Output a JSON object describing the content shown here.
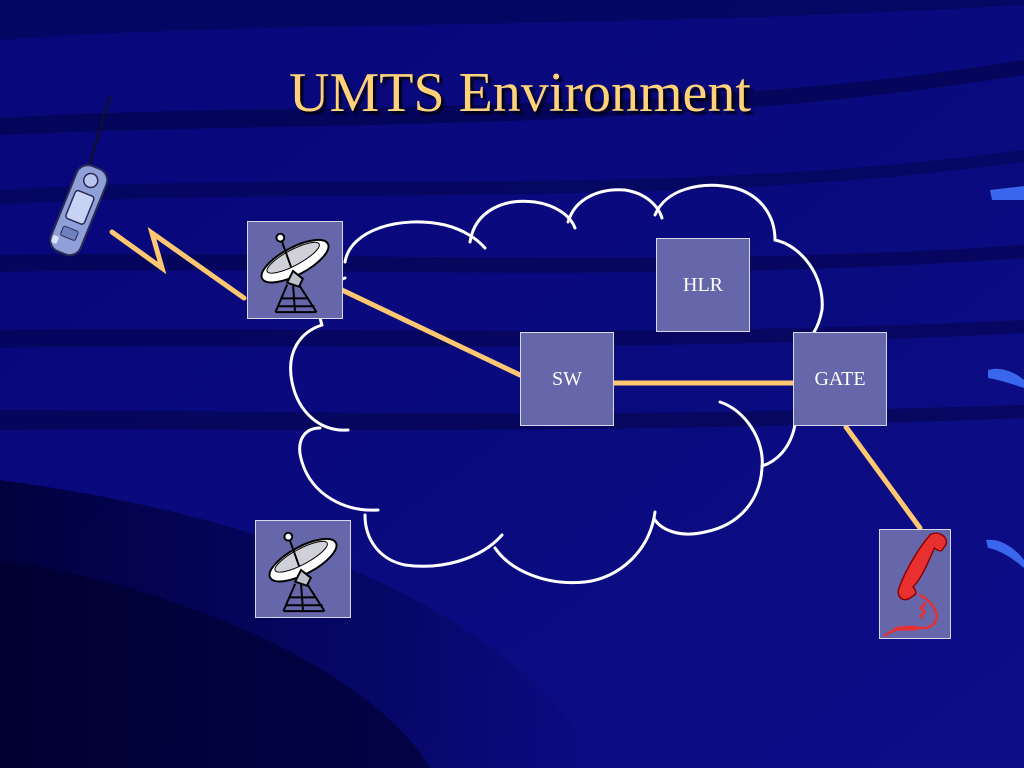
{
  "slide": {
    "title": "UMTS Environment"
  },
  "nodes": {
    "sw": "SW",
    "hlr": "HLR",
    "gate": "GATE"
  },
  "colors": {
    "background": "#0a0a7a",
    "title": "#ffd27a",
    "link": "#ffc870",
    "node_fill": "#6666aa",
    "cloud_stroke": "#ffffff",
    "telephone": "#e83030"
  },
  "icons": [
    "mobile-phone-icon",
    "satellite-dish-icon",
    "satellite-dish-icon",
    "telephone-icon",
    "network-cloud"
  ]
}
